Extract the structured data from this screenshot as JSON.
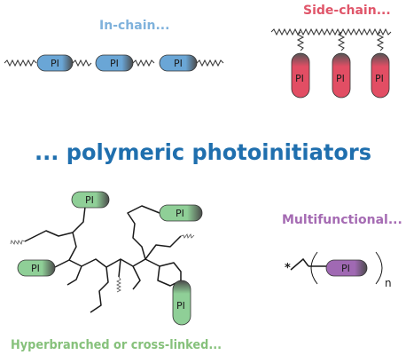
{
  "labels": {
    "in_chain": "In-chain...",
    "side_chain": "Side-chain...",
    "main_title": "... polymeric photoinitiators",
    "multifunctional": "Multifunctional...",
    "hyperbranched": "Hyperbranched or cross-linked...",
    "star": "*",
    "subscript_n": "n"
  },
  "pill_label": "PI",
  "colors": {
    "in_chain_label": "#7fb2dc",
    "side_chain_label": "#e0566a",
    "title": "#1f6fae",
    "multifunctional_label": "#a56bb3",
    "hyperbranched_label": "#86c17b",
    "blue_pill": "#6aa6d6",
    "red_pill": "#e24e64",
    "green_pill": "#8fcf97",
    "purple_pill": "#a069b3"
  }
}
